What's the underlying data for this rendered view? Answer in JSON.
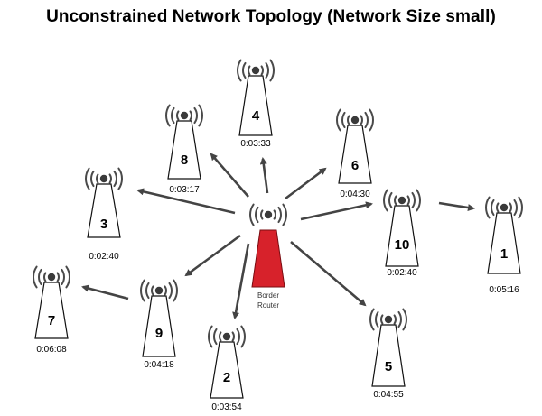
{
  "title": "Unconstrained Network Topology (Network Size small)",
  "border_router": {
    "label_line1": "Border",
    "label_line2": "Router",
    "color": "#d7222b",
    "icon": "antenna-tower-icon"
  },
  "nodes": [
    {
      "id": "4",
      "number": "4",
      "time": "0:03:33"
    },
    {
      "id": "8",
      "number": "8",
      "time": "0:03:17"
    },
    {
      "id": "6",
      "number": "6",
      "time": "0:04:30"
    },
    {
      "id": "3",
      "number": "3",
      "time": "0:02:40"
    },
    {
      "id": "10",
      "number": "10",
      "time": "0:02:40"
    },
    {
      "id": "1",
      "number": "1",
      "time": "0:05:16"
    },
    {
      "id": "7",
      "number": "7",
      "time": "0:06:08"
    },
    {
      "id": "9",
      "number": "9",
      "time": "0:04:18"
    },
    {
      "id": "2",
      "number": "2",
      "time": "0:03:54"
    },
    {
      "id": "5",
      "number": "5",
      "time": "0:04:55"
    }
  ],
  "links": [
    {
      "from": "BR",
      "to": "4"
    },
    {
      "from": "BR",
      "to": "8"
    },
    {
      "from": "BR",
      "to": "6"
    },
    {
      "from": "BR",
      "to": "3"
    },
    {
      "from": "BR",
      "to": "10"
    },
    {
      "from": "BR",
      "to": "9"
    },
    {
      "from": "BR",
      "to": "2"
    },
    {
      "from": "BR",
      "to": "5"
    },
    {
      "from": "10",
      "to": "1"
    },
    {
      "from": "9",
      "to": "7"
    }
  ],
  "colors": {
    "arrow": "#444444",
    "tower_fill": "#ffffff",
    "tower_stroke": "#111111"
  }
}
